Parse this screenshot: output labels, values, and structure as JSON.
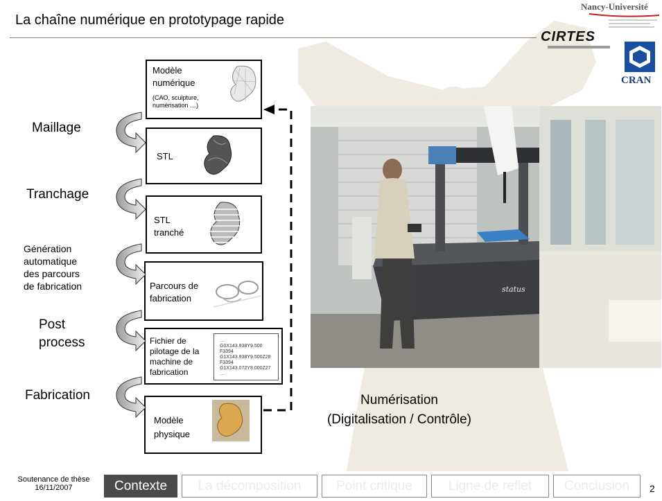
{
  "header": {
    "title": "La chaîne numérique en prototypage rapide",
    "logo_nancy": "Nancy-Université",
    "logo_cirtes": "CIRTES",
    "logo_cran": "CRAN"
  },
  "steps": [
    {
      "id": "modele-numerique",
      "lines": [
        "Modèle",
        "numérique"
      ],
      "sub": [
        "(CAO, sculpture,",
        "numérisation …)"
      ]
    },
    {
      "id": "stl",
      "lines": [
        "STL"
      ]
    },
    {
      "id": "stl-tranche",
      "lines": [
        "STL",
        "tranché"
      ]
    },
    {
      "id": "parcours",
      "lines": [
        "Parcours de",
        "fabrication"
      ]
    },
    {
      "id": "fichier",
      "lines": [
        "Fichier de",
        "pilotage de la",
        "machine de",
        "fabrication"
      ],
      "gcode": [
        "…",
        "G0X143.938Y9.500",
        "F3394",
        "G1X143.938Y9.500Z28",
        "F3394",
        "G1X143.072Y8.000Z27",
        "…"
      ]
    },
    {
      "id": "modele-physique",
      "lines": [
        "Modèle",
        "physique"
      ]
    }
  ],
  "side_labels": {
    "maillage": "Maillage",
    "tranchage": "Tranchage",
    "generation": [
      "Génération",
      "automatique",
      "des parcours",
      "de fabrication"
    ],
    "post": [
      "Post",
      "process"
    ],
    "fabrication": "Fabrication"
  },
  "photo": {
    "machine_text": "status"
  },
  "caption": {
    "line1": "Numérisation",
    "line2": "(Digitalisation / Contrôle)"
  },
  "footer": {
    "event": "Soutenance de thèse",
    "date": "16/11/2007",
    "page": "2",
    "tabs": [
      {
        "label": "Contexte",
        "active": true
      },
      {
        "label": "La décomposition",
        "active": false
      },
      {
        "label": "Point critique",
        "active": false
      },
      {
        "label": "Ligne de reflet",
        "active": false
      },
      {
        "label": "Conclusion",
        "active": false
      }
    ]
  }
}
